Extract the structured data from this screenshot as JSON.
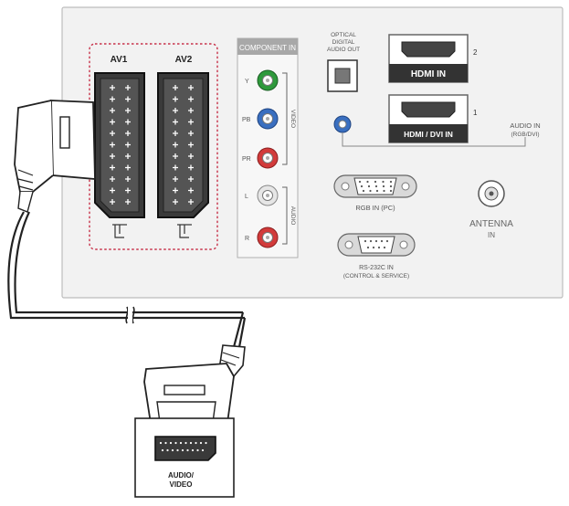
{
  "panel": {
    "av1_label": "AV1",
    "av2_label": "AV2",
    "component_title": "COMPONENT IN",
    "component_jacks": [
      "Y",
      "PB",
      "PR",
      "L",
      "R"
    ],
    "component_video_label": "VIDEO",
    "component_audio_label": "AUDIO",
    "optical_lines": [
      "OPTICAL",
      "DIGITAL",
      "AUDIO OUT"
    ],
    "hdmi_2_label": "HDMI IN",
    "hdmi_2_number": "2",
    "hdmi_1_label": "HDMI / DVI IN",
    "hdmi_1_number": "1",
    "audio_in_lines": [
      "AUDIO IN",
      "(RGB/DVI)"
    ],
    "rgb_label": "RGB IN (PC)",
    "rs232_lines": [
      "RS-232C IN",
      "(CONTROL & SERVICE)"
    ],
    "antenna_lines": [
      "ANTENNA",
      "IN"
    ]
  },
  "device": {
    "label_lines": [
      "AUDIO/",
      "VIDEO"
    ]
  },
  "colors": {
    "panel_fill": "#f2f2f2",
    "dotted_border": "#c8324a",
    "jack_green": "#2f9a3c",
    "jack_blue": "#3a6fc0",
    "jack_red": "#d23b3b",
    "jack_white": "#e6e6e6",
    "component_header": "#a8a8a8"
  }
}
